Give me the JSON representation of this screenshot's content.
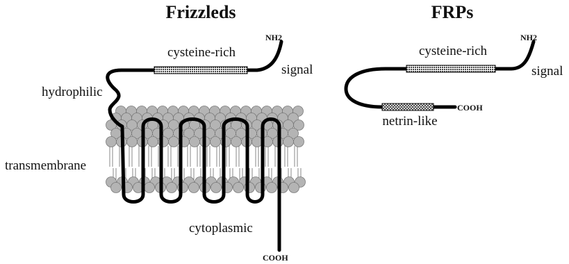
{
  "titles": {
    "left": "Frizzleds",
    "right": "FRPs"
  },
  "frizzled": {
    "nterm": "NH2",
    "cysteine_rich": "cysteine-rich",
    "signal": "signal",
    "hydrophilic": "hydrophilic",
    "transmembrane": "transmembrane",
    "cytoplasmic": "cytoplasmic",
    "cterm": "COOH"
  },
  "frp": {
    "nterm": "NH2",
    "cysteine_rich": "cysteine-rich",
    "signal": "signal",
    "netrin_like": "netrin-like",
    "cterm": "COOH"
  },
  "colors": {
    "lipid_head": "#b4b4b4",
    "lipid_head_stroke": "#7a7a7a",
    "strand": "#000000"
  }
}
